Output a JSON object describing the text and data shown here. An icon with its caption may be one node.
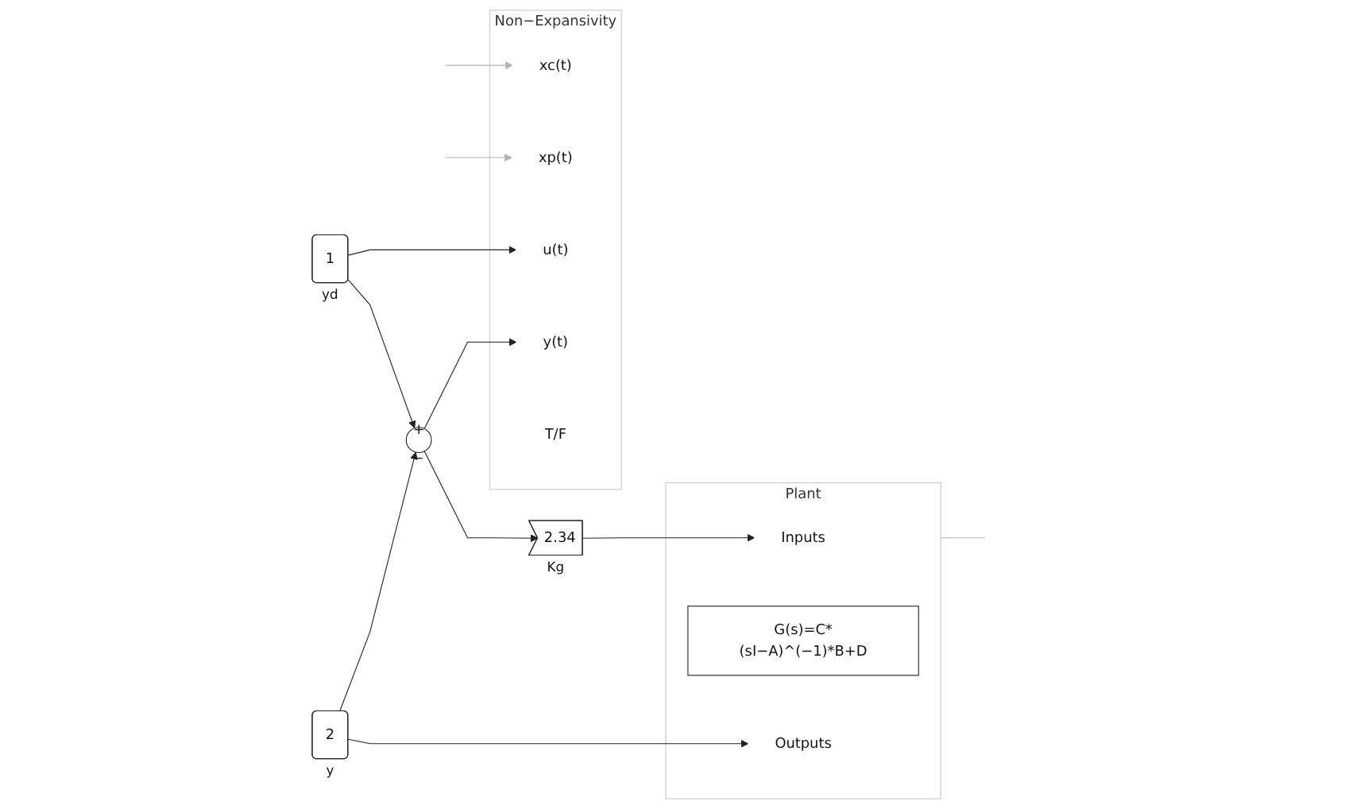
{
  "diagram": {
    "nodes": [
      {
        "text": [
          "Non−Expansivity"
        ]
      },
      {
        "text": [
          "xc(t)"
        ],
        "in": 0
      },
      {
        "text": [
          "xp(t)"
        ],
        "in": 0
      },
      {
        "text": [
          "u(t)"
        ],
        "in": 0
      },
      {
        "text": [
          "y(t)"
        ],
        "in": 0
      },
      {
        "text": [
          "T/F"
        ],
        "in": 0
      },
      {
        "text": [
          "1"
        ],
        "beside": [
          "yd"
        ]
      },
      {
        "text": [
          "+",
          "_"
        ]
      },
      {
        "text": [
          "2.34"
        ],
        "beside": [
          "Kg"
        ]
      },
      {
        "text": [
          "Plant"
        ]
      },
      {
        "text": [
          "Inputs"
        ],
        "in": 9
      },
      {
        "text": [
          "G(s)=C*(sI−A)^(−1)*B+D"
        ],
        "in": 9
      },
      {
        "text": [
          "Outputs"
        ],
        "in": 9
      },
      {
        "text": [
          "2"
        ],
        "beside": [
          "y"
        ]
      }
    ],
    "edges": [
      {
        "from": null,
        "to": 1,
        "arrow": "to",
        "color": "#b3b3b3"
      },
      {
        "from": null,
        "to": 2,
        "arrow": "to",
        "color": "#b3b3b3"
      },
      {
        "from": 6,
        "to": 3,
        "arrow": "to"
      },
      {
        "from": 6,
        "to": 7,
        "arrow": "to"
      },
      {
        "from": 7,
        "to": 4,
        "arrow": "to"
      },
      {
        "from": 7,
        "to": 8,
        "arrow": "to"
      },
      {
        "from": 8,
        "to": 10,
        "arrow": "to"
      },
      {
        "from": 13,
        "to": 7,
        "arrow": "to"
      },
      {
        "from": 13,
        "to": 12,
        "arrow": "to"
      },
      {
        "from": 9,
        "to": null,
        "arrow": "none",
        "color": "#b3b3b3"
      }
    ]
  }
}
